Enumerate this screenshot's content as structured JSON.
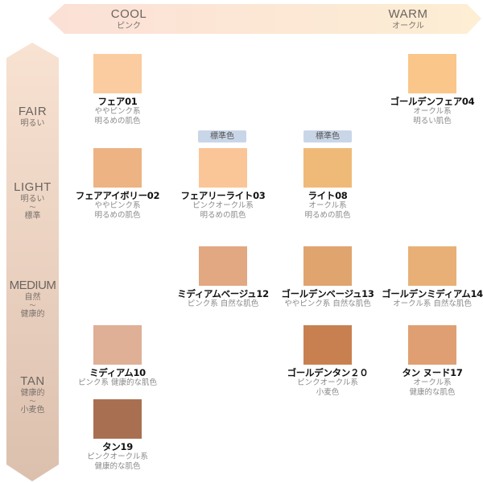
{
  "header": {
    "cool": {
      "en": "COOL",
      "jp": "ピンク"
    },
    "warm": {
      "en": "WARM",
      "jp": "オークル"
    }
  },
  "rows": [
    {
      "en": "FAIR",
      "jp": [
        "明るい"
      ]
    },
    {
      "en": "LIGHT",
      "jp": [
        "明るい",
        "〜",
        "標準"
      ]
    },
    {
      "en": "MEDIUM",
      "jp": [
        "自然",
        "〜",
        "健康的"
      ]
    },
    {
      "en": "TAN",
      "jp": [
        "健康的",
        "〜",
        "小麦色"
      ]
    }
  ],
  "badge_label": "標準色",
  "shades": [
    {
      "name": "フェア01",
      "desc1": "ややピンク系",
      "desc2": "明るめの肌色",
      "color": "#FACCA0"
    },
    {
      "name": "ゴールデンフェア04",
      "desc1": "オークル系",
      "desc2": "明るい肌色",
      "color": "#FAC68A"
    },
    {
      "name": "フェアアイボリー02",
      "desc1": "ややピンク系",
      "desc2": "明るめの肌色",
      "color": "#EDB383"
    },
    {
      "name": "フェアリーライト03",
      "desc1": "ピンクオークル系",
      "desc2": "明るめの肌色",
      "color": "#FAC698",
      "badge": true
    },
    {
      "name": "ライト08",
      "desc1": "オークル系",
      "desc2": "明るめの肌色",
      "color": "#EFBA78",
      "badge": true
    },
    {
      "name": "ミディアムベージュ12",
      "desc1": "ピンク系 自然な肌色",
      "desc2": "",
      "color": "#E2A882"
    },
    {
      "name": "ゴールデンベージュ13",
      "desc1": "ややピンク系 自然な肌色",
      "desc2": "",
      "color": "#E0A46F"
    },
    {
      "name": "ゴールデンミディアム14",
      "desc1": "オークル系 自然な肌色",
      "desc2": "",
      "color": "#E8B077"
    },
    {
      "name": "ミディアム10",
      "desc1": "ピンク系 健康的な肌色",
      "desc2": "",
      "color": "#DFAF96"
    },
    {
      "name": "ゴールデンタン２０",
      "desc1": "ピンクオークル系",
      "desc2": "小麦色",
      "color": "#C88050"
    },
    {
      "name": "タン ヌード17",
      "desc1": "オークル系",
      "desc2": "健康的な肌色",
      "color": "#E09F72"
    },
    {
      "name": "タン19",
      "desc1": "ピンクオークル系",
      "desc2": "健康的な肌色",
      "color": "#A87050"
    }
  ]
}
